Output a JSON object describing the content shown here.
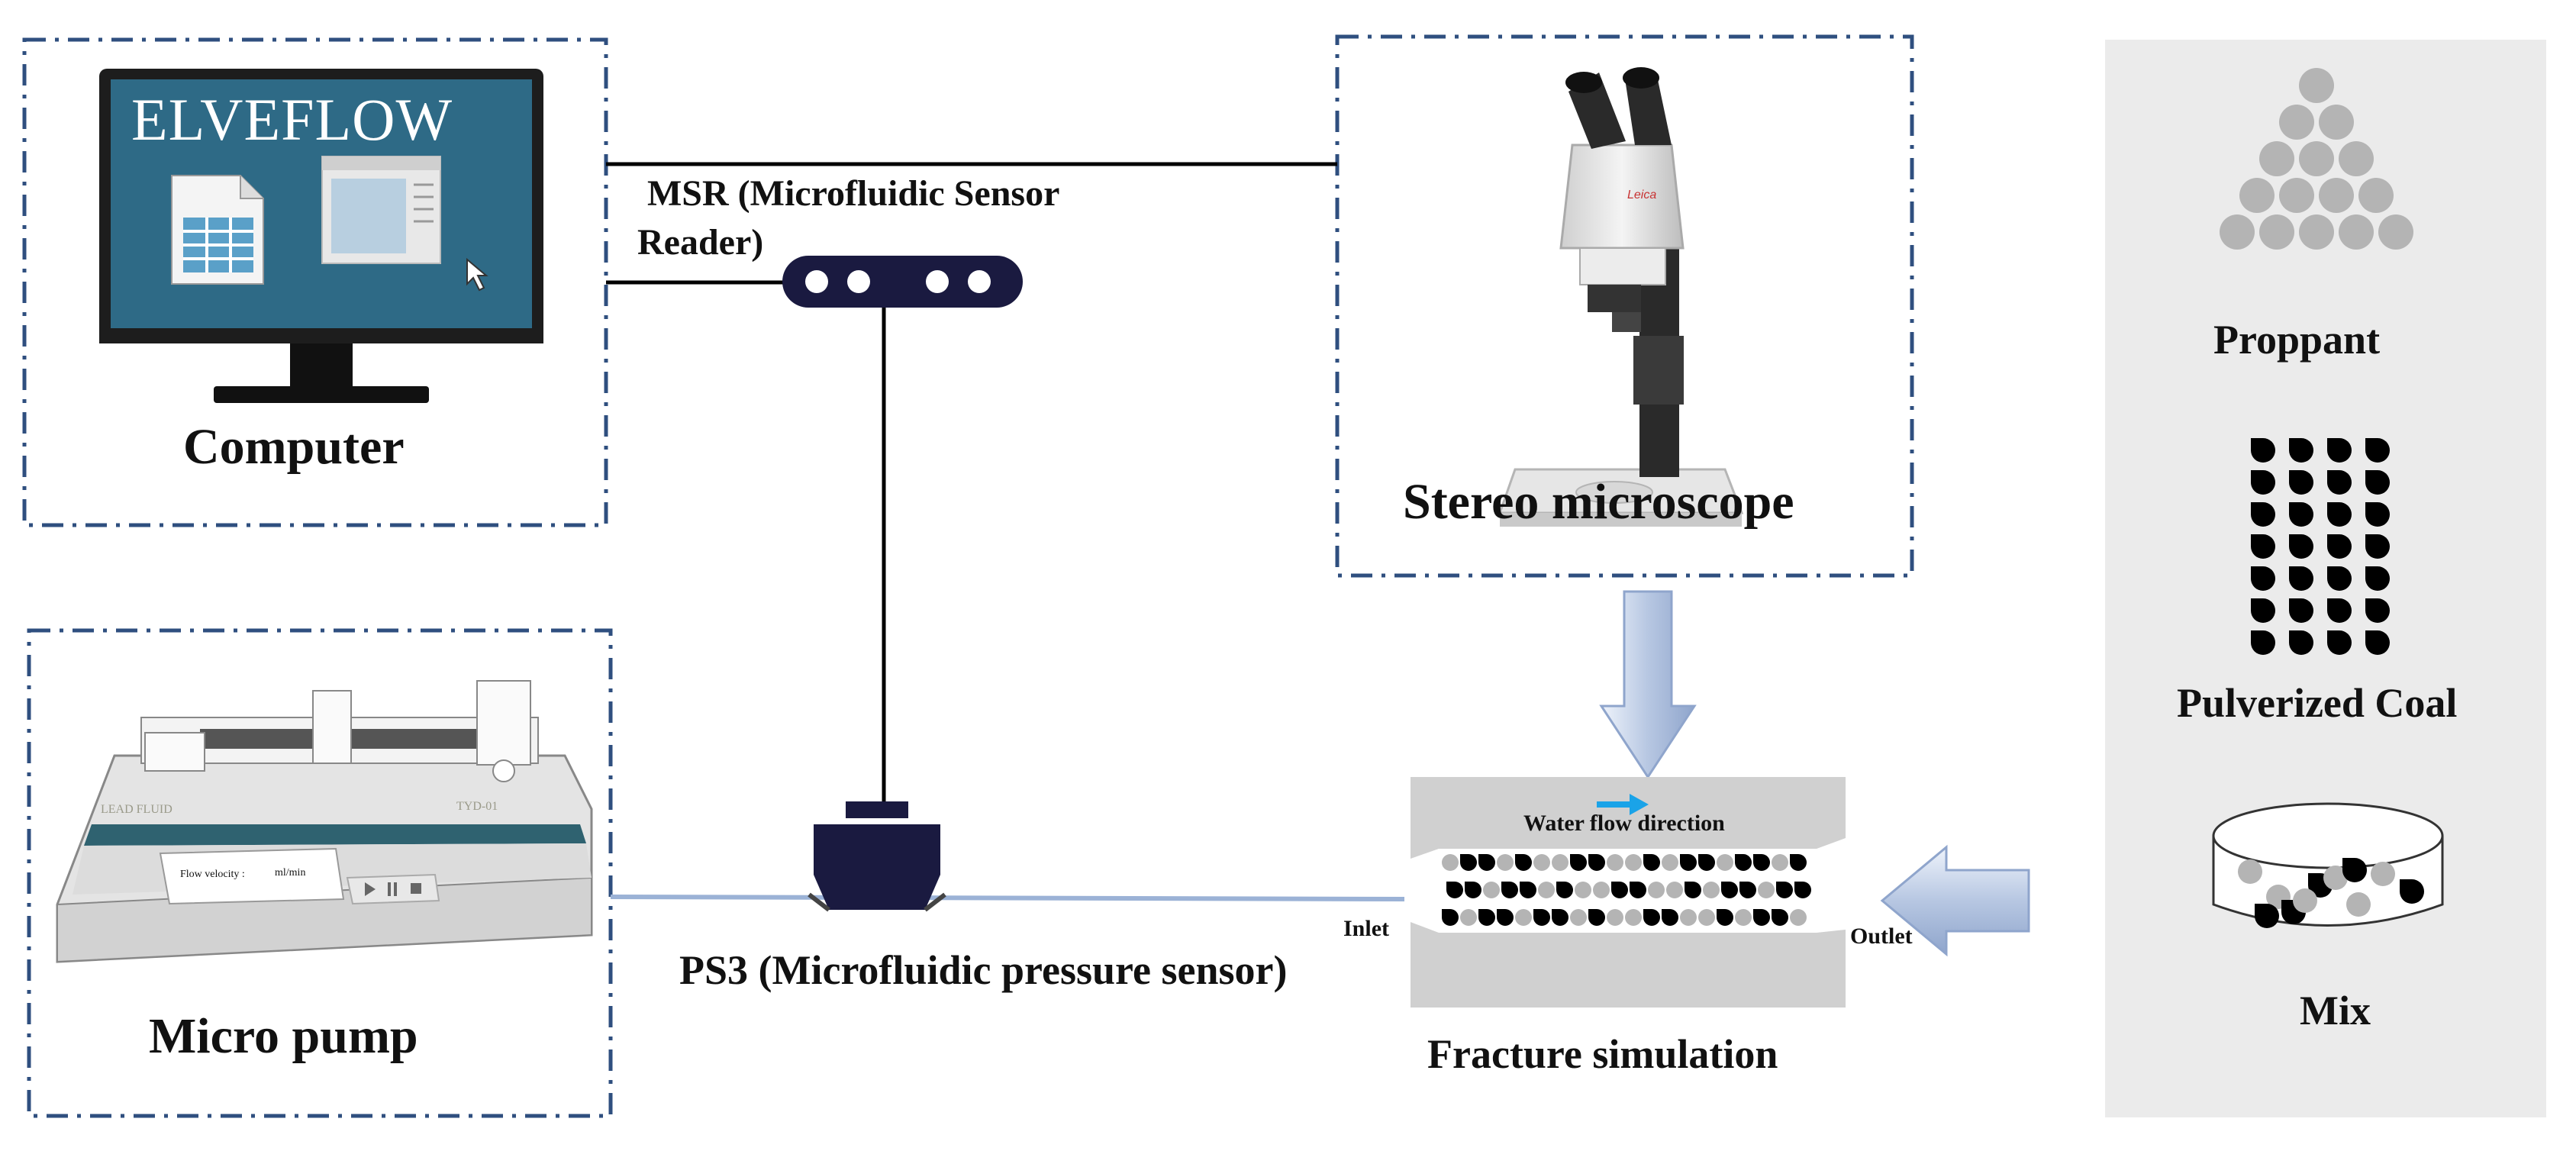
{
  "computer": {
    "label": "Computer",
    "screen_title": "ELVEFLOW"
  },
  "msr": {
    "label_line1": "MSR (Microfluidic Sensor",
    "label_line2": "Reader)"
  },
  "microscope": {
    "label": "Stereo microscope"
  },
  "pump": {
    "label": "Micro pump",
    "brand_left": "LEAD FLUID",
    "brand_right": "TYD-01",
    "flow_label": "Flow velocity :",
    "flow_unit": "ml/min"
  },
  "ps3": {
    "label": "PS3 (Microfluidic pressure sensor)"
  },
  "fracture": {
    "label": "Fracture simulation",
    "flow_direction": "Water flow direction",
    "inlet": "Inlet",
    "outlet": "Outlet"
  },
  "legend": {
    "proppant": "Proppant",
    "coal": "Pulverized Coal",
    "mix": "Mix"
  },
  "colors": {
    "frame_dash": "#2f4f7f",
    "screen": "#2e6a86",
    "proppant": "#b4b4b4",
    "coal": "#000000",
    "arrow_fill": "#c9d6ec",
    "flow_arrow": "#1aa3e8",
    "panel": "#ebebeb"
  }
}
